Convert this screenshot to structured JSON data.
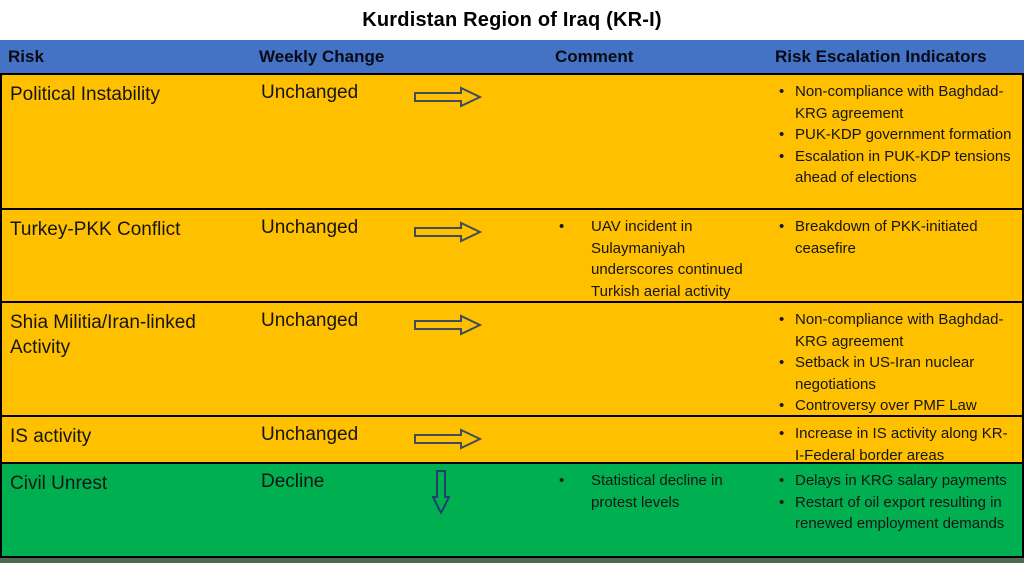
{
  "title": "Kurdistan Region of Iraq (KR-I)",
  "colors": {
    "header_bg": "#4472C4",
    "row_bg": "#FFC000",
    "decline_row_bg": "#00B050",
    "footer_bg": "#4E6B52",
    "right_arrow_stroke": "#3E4C5E",
    "down_arrow_stroke": "#21406E",
    "border": "#000000",
    "text": "#151515"
  },
  "columns": {
    "risk": "Risk",
    "change": "Weekly Change",
    "comment": "Comment",
    "indicators": "Risk Escalation Indicators"
  },
  "rows": [
    {
      "risk": "Political Instability",
      "change": "Unchanged",
      "trend": "unchanged-right-arrow",
      "comments": [],
      "indicators": [
        "Non-compliance with Baghdad-KRG agreement",
        "PUK-KDP government formation",
        "Escalation in PUK-KDP tensions ahead of elections"
      ]
    },
    {
      "risk": "Turkey-PKK Conflict",
      "change": "Unchanged",
      "trend": "unchanged-right-arrow",
      "comments": [
        "UAV incident in Sulaymaniyah underscores continued Turkish aerial activity"
      ],
      "indicators": [
        "Breakdown of PKK-initiated ceasefire"
      ]
    },
    {
      "risk": "Shia Militia/Iran-linked Activity",
      "change": "Unchanged",
      "trend": "unchanged-right-arrow",
      "comments": [],
      "indicators": [
        "Non-compliance with Baghdad-KRG agreement",
        "Setback in US-Iran nuclear negotiations",
        "Controversy over PMF Law"
      ]
    },
    {
      "risk": "IS activity",
      "change": "Unchanged",
      "trend": "unchanged-right-arrow",
      "comments": [],
      "indicators": [
        "Increase in IS activity along KR-I-Federal border areas"
      ]
    },
    {
      "risk": "Civil Unrest",
      "change": "Decline",
      "trend": "decline-down-arrow",
      "comments": [
        "Statistical decline in protest levels"
      ],
      "indicators": [
        "Delays in KRG salary payments",
        "Restart of oil export resulting in renewed employment demands"
      ]
    }
  ]
}
